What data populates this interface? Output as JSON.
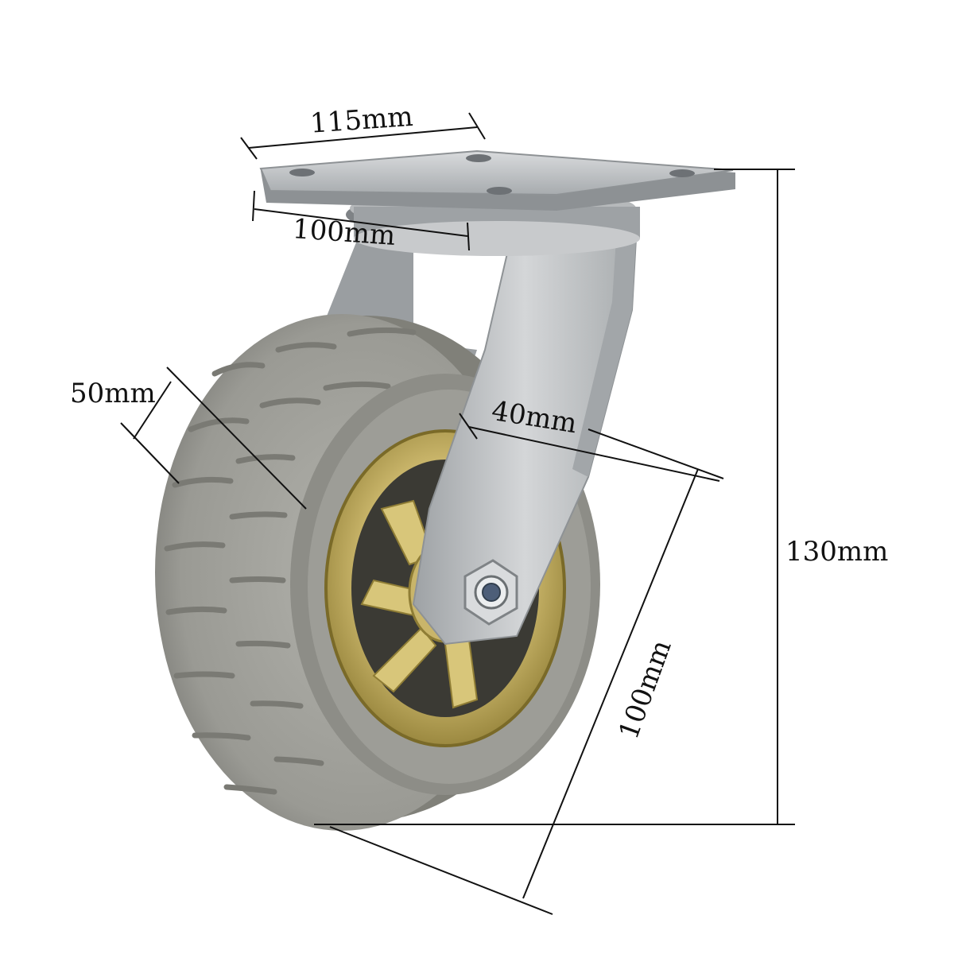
{
  "dimensions": {
    "plate_length": "115mm",
    "plate_width": "100mm",
    "wheel_width": "50mm",
    "fork_width": "40mm",
    "total_height": "130mm",
    "wheel_diameter": "100mm"
  },
  "colors": {
    "tire": "#9a9a94",
    "tire_dark": "#7d7d78",
    "tire_light": "#b7b7b1",
    "rim_gold": "#c9b56a",
    "rim_dark": "#8f7d35",
    "steel": "#c4c6c8",
    "steel_dark": "#8e9295",
    "dimension_line": "#111111"
  }
}
